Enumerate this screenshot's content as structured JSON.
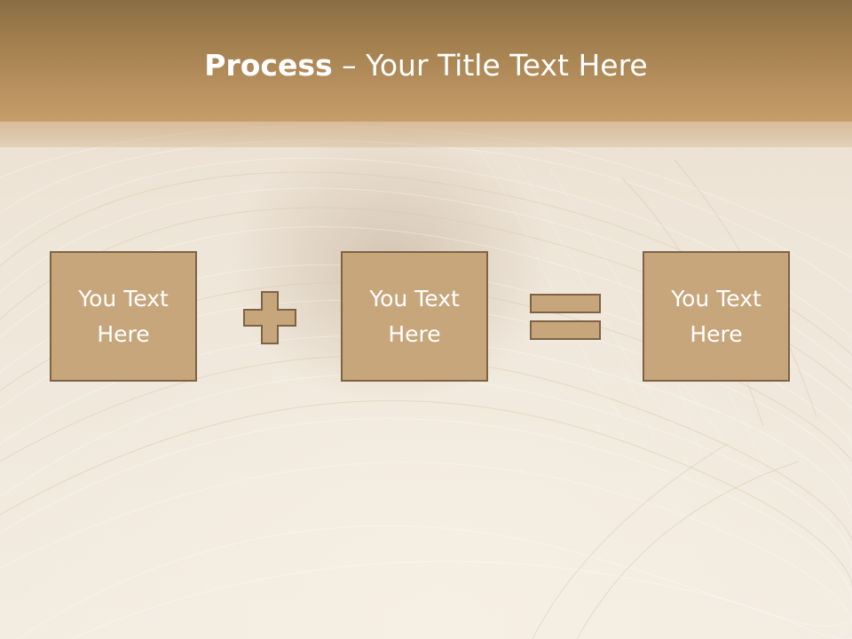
{
  "slide": {
    "title_bold": "Process",
    "title_rest": " – Your Title Text Here"
  },
  "boxes": [
    {
      "label": "You Text Here"
    },
    {
      "label": "You Text Here"
    },
    {
      "label": "You Text Here"
    }
  ],
  "icons": {
    "plus": "plus-icon",
    "equals": "equals-icon"
  },
  "colors": {
    "title_bar": "#a98453",
    "box_fill": "#c7a67b",
    "box_border": "#7d6344",
    "text": "#ffffff"
  }
}
